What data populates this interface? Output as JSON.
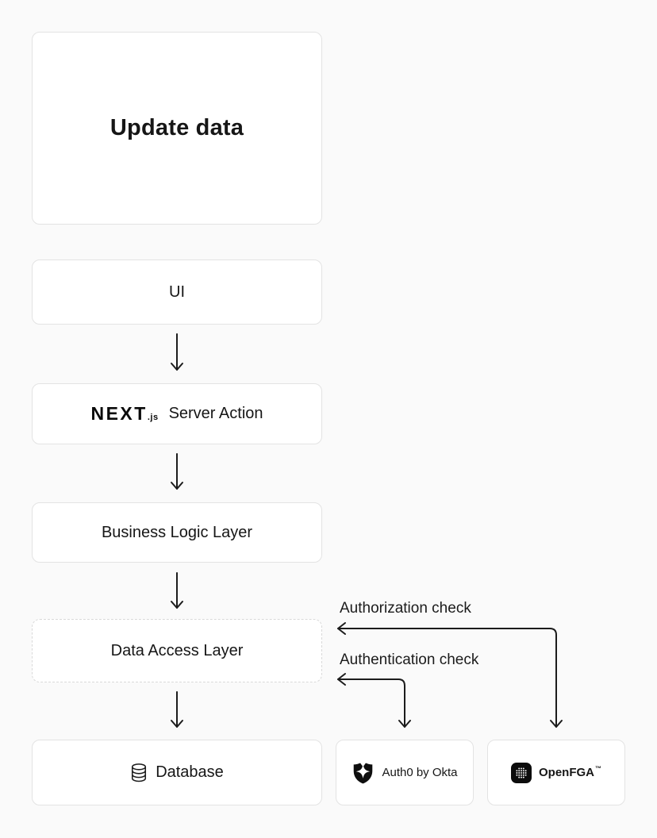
{
  "diagram": {
    "title_box": {
      "label": "Update data"
    },
    "nodes": {
      "ui": {
        "label": "UI"
      },
      "server_action": {
        "brand": "NEXT",
        "brand_suffix": ".js",
        "label": "Server Action"
      },
      "business_logic": {
        "label": "Business Logic Layer"
      },
      "data_access": {
        "label": "Data Access Layer"
      },
      "database": {
        "label": "Database",
        "icon": "database-cylinder-icon"
      },
      "auth0": {
        "label": "Auth0 by Okta",
        "icon": "auth0-shield-icon"
      },
      "openfga": {
        "label": "OpenFGA",
        "trademark": "™",
        "icon": "openfga-logo-icon"
      }
    },
    "annotations": {
      "authorization": "Authorization check",
      "authentication": "Authentication check"
    },
    "edges": [
      {
        "from": "ui",
        "to": "server_action"
      },
      {
        "from": "server_action",
        "to": "business_logic"
      },
      {
        "from": "business_logic",
        "to": "data_access"
      },
      {
        "from": "data_access",
        "to": "database"
      },
      {
        "from": "data_access",
        "to": "auth0",
        "label": "Authentication check",
        "bidirectional": true
      },
      {
        "from": "data_access",
        "to": "openfga",
        "label": "Authorization check",
        "bidirectional": true
      }
    ],
    "colors": {
      "background": "#fafafa",
      "node_fill": "#ffffff",
      "node_border": "#e3e3e3",
      "dashed_border": "#d9d9d9",
      "arrow": "#1c1c1c",
      "text": "#161616"
    }
  }
}
